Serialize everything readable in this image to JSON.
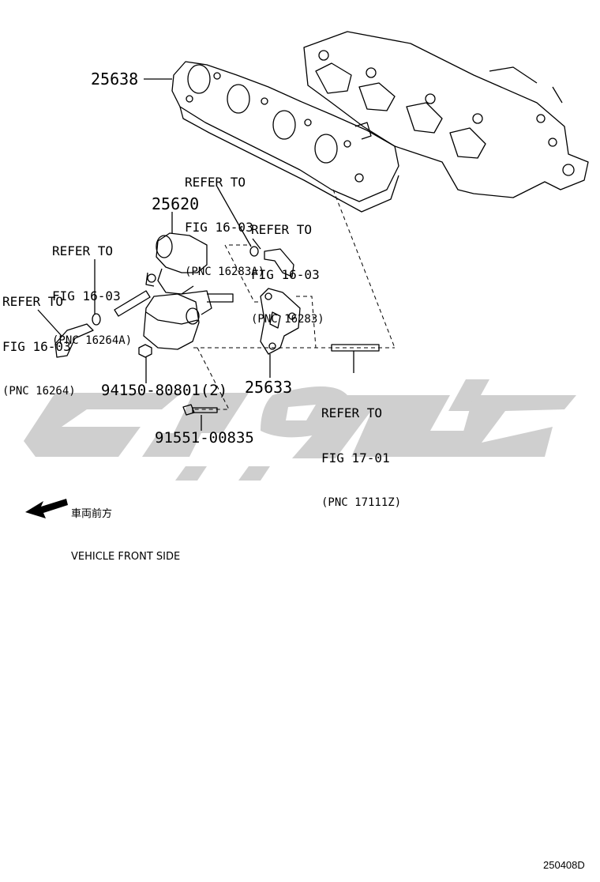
{
  "parts": {
    "p25638": "25638",
    "p25620": "25620",
    "p25633": "25633",
    "p94150": "94150-80801(2)",
    "p91551": "91551-00835"
  },
  "refs": {
    "r16283a": {
      "line1": "REFER TO",
      "line2": "FIG 16-03",
      "line3": "(PNC 16283A)"
    },
    "r16283": {
      "line1": "REFER TO",
      "line2": "FIG 16-03",
      "line3": "(PNC 16283)"
    },
    "r16264a": {
      "line1": "REFER TO",
      "line2": "FIG 16-03",
      "line3": "(PNC 16264A)"
    },
    "r16264": {
      "line1": "REFER TO",
      "line2": "FIG 16-03",
      "line3": "(PNC 16264)"
    },
    "r17111z": {
      "line1": "REFER TO",
      "line2": "FIG 17-01",
      "line3": "(PNC 17111Z)"
    }
  },
  "vehicle_front": {
    "jp": "車両前方",
    "en": "VEHICLE FRONT SIDE"
  },
  "diagram_code": "250408D",
  "colors": {
    "line": "#000000",
    "watermark": "#cfcfcf",
    "background": "#ffffff"
  }
}
